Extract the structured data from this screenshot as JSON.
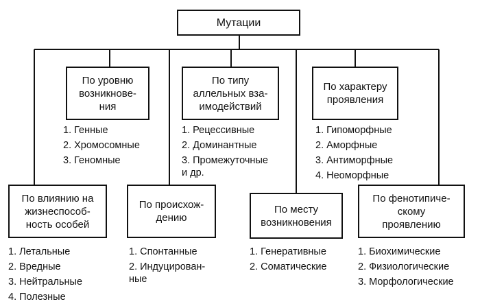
{
  "root": {
    "label": "Мутации"
  },
  "categories": [
    {
      "label": "По уровню\nвозникнове-\nния",
      "items": [
        "1. Генные",
        "2. Хромосомные",
        "3. Геномные"
      ]
    },
    {
      "label": "По типу\nаллельных вза-\nимодействий",
      "items": [
        "1. Рецессивные",
        "2. Доминантные",
        "3. Промежуточные\nи др."
      ]
    },
    {
      "label": "По характеру\nпроявления",
      "items": [
        "1. Гипоморфные",
        "2. Аморфные",
        "3. Антиморфные",
        "4. Неоморфные"
      ]
    },
    {
      "label": "По влиянию на\nжизнеспособ-\nность особей",
      "items": [
        "1. Летальные",
        "2. Вредные",
        "3. Нейтральные",
        "4. Полезные"
      ]
    },
    {
      "label": "По происхож-\nдению",
      "items": [
        "1. Спонтанные",
        "2. Индуцирован-\nные"
      ]
    },
    {
      "label": "По месту\nвозникновения",
      "items": [
        "1. Генеративные",
        "2. Соматические"
      ]
    },
    {
      "label": "По фенотипиче-\nскому\nпроявлению",
      "items": [
        "1. Биохимические",
        "2. Физиологические",
        "3. Морфологические"
      ]
    }
  ]
}
